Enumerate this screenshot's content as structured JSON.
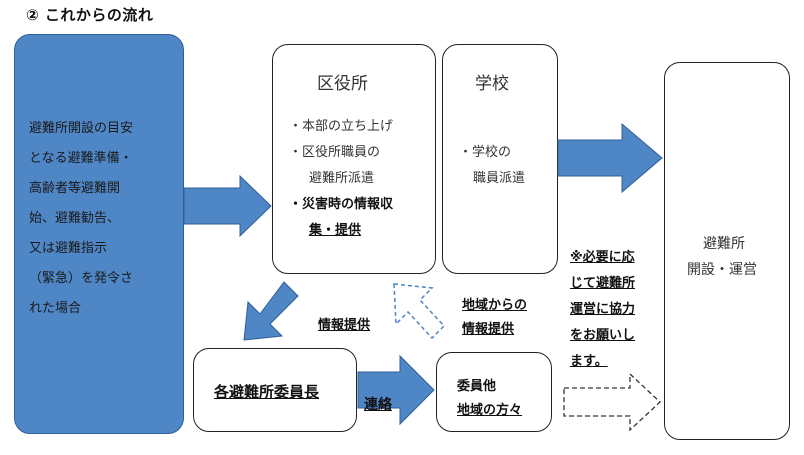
{
  "title": "②  これからの流れ",
  "trigger": {
    "lines": [
      "避難所開設の目安",
      "となる避難準備・",
      "高齢者等避難開",
      "始、避難勧告、",
      "又は避難指示",
      "（緊急）を発令さ",
      "れた場合"
    ]
  },
  "ward_office": {
    "heading": "区役所",
    "items": [
      "・本部の立ち上げ",
      "・区役所職員の",
      "避難所派遣"
    ],
    "bold_lines": [
      "・災害時の情報収",
      "集・提供"
    ]
  },
  "school": {
    "heading": "学校",
    "lines": [
      "・学校の",
      "職員派遣"
    ]
  },
  "shelter": {
    "lines": [
      "避難所",
      "開設・運営"
    ]
  },
  "shelter_chair": {
    "label": "各避難所委員長"
  },
  "committee": {
    "lines": [
      "委員他",
      "地域の方々"
    ]
  },
  "labels": {
    "info_provision": "情報提供",
    "info_from_area": [
      "地域からの",
      "情報提供"
    ],
    "contact": "連絡"
  },
  "note": {
    "lines": [
      "※必要に応",
      "じて避難所",
      "運営に協力",
      "をお願いし",
      "ます。"
    ]
  },
  "colors": {
    "arrow_fill": "#4f86c6",
    "arrow_stroke": "#2f5f95",
    "box_fill": "#4f86c6"
  }
}
